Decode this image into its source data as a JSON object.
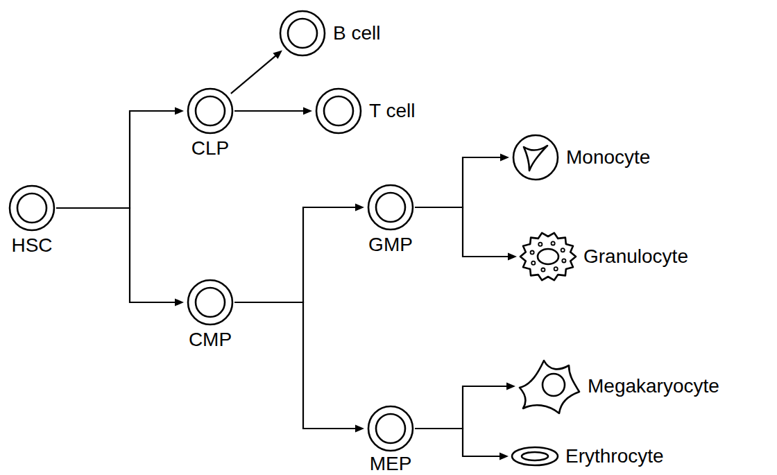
{
  "diagram": {
    "nodes": [
      {
        "text": [
          "HSC"
        ]
      },
      {
        "text": [
          "CLP"
        ]
      },
      {
        "text": [
          "B cell"
        ]
      },
      {
        "text": [
          "T cell"
        ]
      },
      {
        "text": [
          "CMP"
        ]
      },
      {
        "text": [
          "GMP"
        ]
      },
      {
        "text": [
          "MEP"
        ]
      },
      {
        "text": [
          "Monocyte"
        ]
      },
      {
        "text": [
          "Granulocyte"
        ]
      },
      {
        "text": [
          "Megakaryocyte"
        ]
      },
      {
        "text": [
          "Erythrocyte"
        ]
      }
    ],
    "edges": [
      {
        "from": 0,
        "to": 1,
        "arrow": "to"
      },
      {
        "from": 0,
        "to": 4,
        "arrow": "to"
      },
      {
        "from": 1,
        "to": 2,
        "arrow": "to"
      },
      {
        "from": 1,
        "to": 3,
        "arrow": "to"
      },
      {
        "from": 4,
        "to": 5,
        "arrow": "to"
      },
      {
        "from": 4,
        "to": 6,
        "arrow": "to"
      },
      {
        "from": 5,
        "to": 7,
        "arrow": "to"
      },
      {
        "from": 5,
        "to": 8,
        "arrow": "to"
      },
      {
        "from": 6,
        "to": 9,
        "arrow": "to"
      },
      {
        "from": 6,
        "to": 10,
        "arrow": "to"
      }
    ]
  }
}
